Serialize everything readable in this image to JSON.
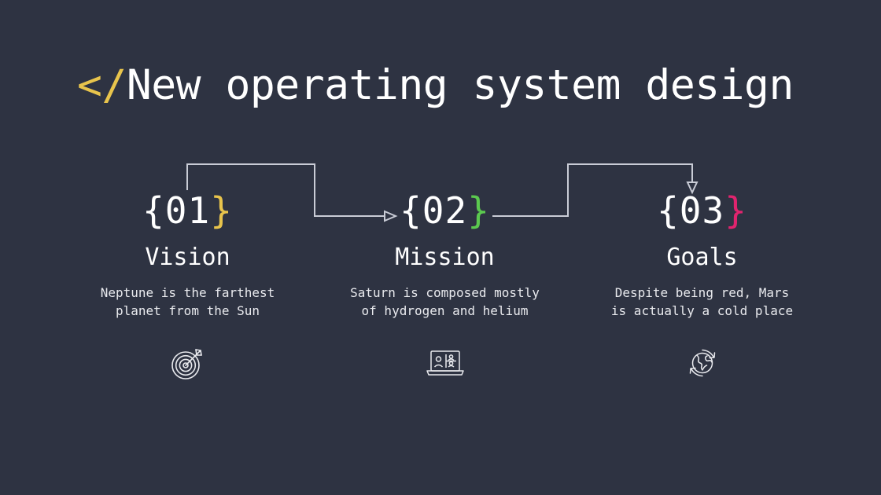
{
  "slide": {
    "background_color": "#2e3342",
    "title": {
      "tag_mark": "</",
      "text": "New operating system design",
      "tag_color": "#e8c44c",
      "text_color": "#ffffff"
    },
    "columns": [
      {
        "badge_open": "{",
        "badge_number": "01",
        "badge_close": "}",
        "accent_color": "#e8c44c",
        "heading": "Vision",
        "body": "Neptune is the farthest planet from the Sun",
        "icon": "target-arrow-icon"
      },
      {
        "badge_open": "{",
        "badge_number": "02",
        "badge_close": "}",
        "accent_color": "#5bc94f",
        "heading": "Mission",
        "body": "Saturn is composed mostly of hydrogen and helium",
        "icon": "video-conference-laptop-icon"
      },
      {
        "badge_open": "{",
        "badge_number": "03",
        "badge_close": "}",
        "accent_color": "#e0246e",
        "heading": "Goals",
        "body": "Despite being red, Mars is actually a cold place",
        "icon": "globe-arrows-icon"
      }
    ],
    "connectors": {
      "line_color": "#c9ccd6",
      "arrow_1": "arrow-right",
      "arrow_2": "arrow-down"
    }
  }
}
